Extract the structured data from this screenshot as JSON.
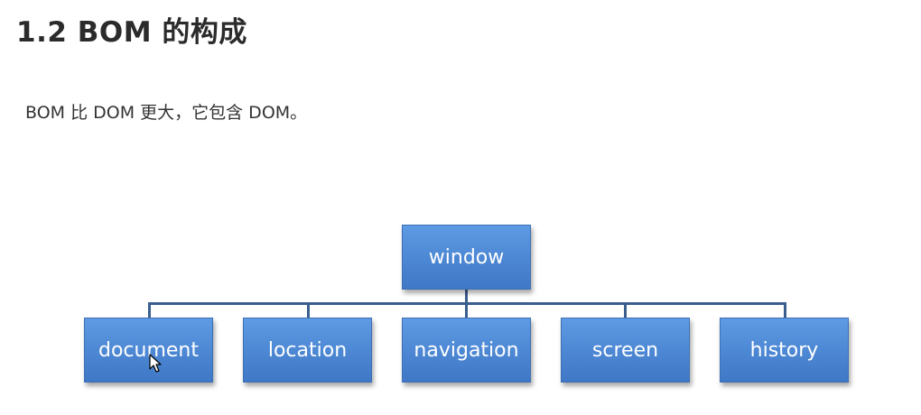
{
  "heading": "1.2 BOM 的构成",
  "body_text": "BOM 比 DOM 更大，它包含 DOM。",
  "diagram": {
    "root": {
      "label": "window"
    },
    "children": [
      {
        "label": "document"
      },
      {
        "label": "location"
      },
      {
        "label": "navigation"
      },
      {
        "label": "screen"
      },
      {
        "label": "history"
      }
    ]
  },
  "colors": {
    "node_fill": "#4f8ad6",
    "node_border": "#3d6fb3",
    "connector": "#3a5f8f",
    "heading_text": "#2b2b2b"
  },
  "icons": {
    "cursor": "mouse-pointer-icon"
  }
}
